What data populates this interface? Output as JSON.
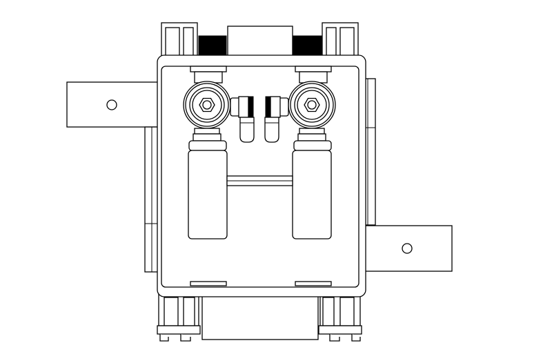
{
  "diagram": {
    "title": "",
    "labels": [],
    "colors": {
      "line": "#000000",
      "fill": "#ffffff",
      "accent": "#000000"
    },
    "parts": [
      "mounting-bracket-left",
      "mounting-bracket-right",
      "enclosure-box",
      "valve-left",
      "valve-right",
      "elbow-fitting-left",
      "elbow-fitting-right",
      "hammer-arrestor-left",
      "hammer-arrestor-right",
      "crossbar"
    ]
  }
}
